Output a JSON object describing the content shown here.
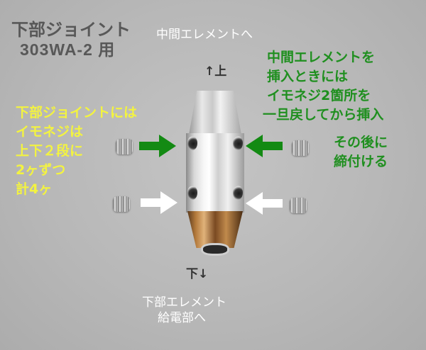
{
  "title": {
    "line1": "下部ジョイント",
    "line2": "303WA-2 用"
  },
  "top_label": "中間エレメントへ",
  "up_marker": "↑上",
  "down_marker": "下↓",
  "bottom_label": {
    "line1": "下部エレメント",
    "line2": "給電部へ"
  },
  "green_note": {
    "lines": [
      "中間エレメントを",
      "挿入ときには",
      "イモネジ2箇所を",
      "一旦戻してから挿入"
    ],
    "color": "#1f8f1f"
  },
  "green_note_after": {
    "lines": [
      "その後に",
      "締付ける"
    ],
    "color": "#1f8f1f"
  },
  "yellow_note": {
    "lines": [
      "下部ジョイントには",
      "イモネジは",
      "上下２段に",
      "2ヶずつ",
      "計4ヶ"
    ],
    "color": "#f3f340"
  },
  "arrows": {
    "upper_color": "#138a13",
    "lower_color": "#ffffff"
  },
  "icons": {
    "product": "joint-connector-icon",
    "screw": "set-screw-icon",
    "arrow_right": "arrow-right-icon",
    "arrow_left": "arrow-left-icon"
  }
}
